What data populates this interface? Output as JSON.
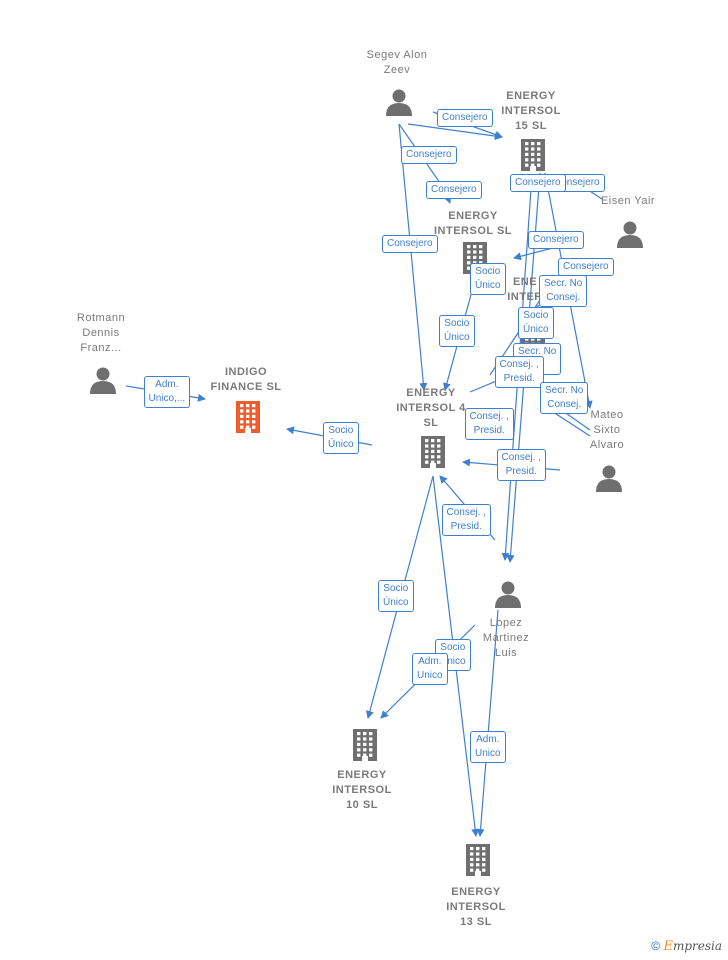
{
  "colors": {
    "edge": "#3f7fd0",
    "node_text": "#7a7a7a",
    "icon": "#6f6f6f",
    "focus_icon": "#f25c2b"
  },
  "nodes": [
    {
      "id": "segev",
      "kind": "person",
      "label": [
        "Segev Alon",
        "Zeev"
      ],
      "icon": "person-icon"
    },
    {
      "id": "e15",
      "kind": "company",
      "label": [
        "ENERGY",
        "INTERSOL",
        "15  SL"
      ],
      "icon": "building-icon"
    },
    {
      "id": "eisen",
      "kind": "person",
      "label": [
        "Eisen Yair"
      ],
      "icon": "person-icon"
    },
    {
      "id": "esl",
      "kind": "company",
      "label": [
        "ENERGY",
        "INTERSOL  SL"
      ],
      "icon": "building-icon"
    },
    {
      "id": "ehid",
      "kind": "company",
      "label": [
        "ENE",
        "INTER",
        "S"
      ],
      "icon": "building-icon"
    },
    {
      "id": "rotmann",
      "kind": "person",
      "label": [
        "Rotmann",
        "Dennis",
        "Franz..."
      ],
      "icon": "person-icon"
    },
    {
      "id": "indigo",
      "kind": "focus",
      "label": [
        "INDIGO",
        "FINANCE  SL"
      ],
      "icon": "building-icon"
    },
    {
      "id": "e4",
      "kind": "company",
      "label": [
        "ENERGY",
        "INTERSOL  4",
        "SL"
      ],
      "icon": "building-icon"
    },
    {
      "id": "mateo",
      "kind": "person",
      "label": [
        "Mateo",
        "Sixto",
        "Alvaro"
      ],
      "icon": "person-icon"
    },
    {
      "id": "lopez",
      "kind": "person",
      "label": [
        "Lopez",
        "Martinez",
        "Luis"
      ],
      "icon": "person-icon"
    },
    {
      "id": "e10",
      "kind": "company",
      "label": [
        "ENERGY",
        "INTERSOL",
        "10  SL"
      ],
      "icon": "building-icon"
    },
    {
      "id": "e13",
      "kind": "company",
      "label": [
        "ENERGY",
        "INTERSOL",
        "13  SL"
      ],
      "icon": "building-icon"
    }
  ],
  "edge_labels": [
    [
      "Consejero"
    ],
    [
      "Consejero"
    ],
    [
      "Consejero"
    ],
    [
      "Consejero"
    ],
    [
      "Consejero"
    ],
    [
      "Consejero"
    ],
    [
      "Consejero"
    ],
    [
      "Consejero"
    ],
    [
      "Socio",
      "Único"
    ],
    [
      "Socio",
      "Único"
    ],
    [
      "Secr.  No",
      "Consej."
    ],
    [
      "Adm.",
      "Unico,..."
    ],
    [
      "Socio",
      "Único"
    ],
    [
      "Secr.  No",
      "C."
    ],
    [
      "Socio",
      "Único"
    ],
    [
      "Consej. ,",
      "Presid."
    ],
    [
      "Secr.  No",
      "Consej."
    ],
    [
      "Consej. ,",
      "Presid."
    ],
    [
      "Consej. ,",
      "Presid."
    ],
    [
      "Consej. ,",
      "Presid."
    ],
    [
      "Socio",
      "Único"
    ],
    [
      "Socio",
      "Único"
    ],
    [
      "Adm.",
      "Unico"
    ],
    [
      "Adm.",
      "Unico"
    ]
  ],
  "footer": {
    "copyright": "©",
    "brand_initial": "E",
    "brand_rest": "mpresia"
  }
}
